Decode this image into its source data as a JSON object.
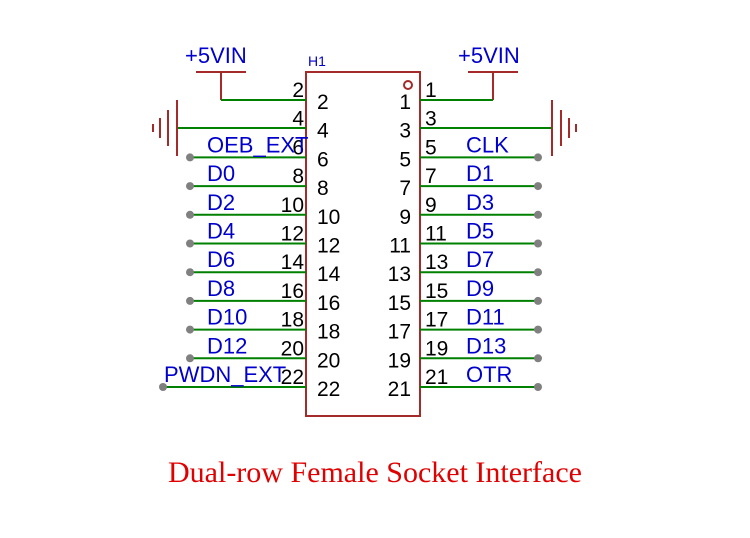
{
  "header": {
    "ref_designator": "H1",
    "power_left": "+5VIN",
    "power_right": "+5VIN"
  },
  "left_pins": [
    {
      "num": "2",
      "inner": "2",
      "net": ""
    },
    {
      "num": "4",
      "inner": "4",
      "net": ""
    },
    {
      "num": "6",
      "inner": "6",
      "net": "OEB_EXT"
    },
    {
      "num": "8",
      "inner": "8",
      "net": "D0"
    },
    {
      "num": "10",
      "inner": "10",
      "net": "D2"
    },
    {
      "num": "12",
      "inner": "12",
      "net": "D4"
    },
    {
      "num": "14",
      "inner": "14",
      "net": "D6"
    },
    {
      "num": "16",
      "inner": "16",
      "net": "D8"
    },
    {
      "num": "18",
      "inner": "18",
      "net": "D10"
    },
    {
      "num": "20",
      "inner": "20",
      "net": "D12"
    },
    {
      "num": "22",
      "inner": "22",
      "net": "PWDN_EXT"
    }
  ],
  "right_pins": [
    {
      "num": "1",
      "inner": "1",
      "net": ""
    },
    {
      "num": "3",
      "inner": "3",
      "net": ""
    },
    {
      "num": "5",
      "inner": "5",
      "net": "CLK"
    },
    {
      "num": "7",
      "inner": "7",
      "net": "D1"
    },
    {
      "num": "9",
      "inner": "9",
      "net": "D3"
    },
    {
      "num": "11",
      "inner": "11",
      "net": "D5"
    },
    {
      "num": "13",
      "inner": "13",
      "net": "D7"
    },
    {
      "num": "15",
      "inner": "15",
      "net": "D9"
    },
    {
      "num": "17",
      "inner": "17",
      "net": "D11"
    },
    {
      "num": "19",
      "inner": "19",
      "net": "D13"
    },
    {
      "num": "21",
      "inner": "21",
      "net": "OTR"
    }
  ],
  "net_labels": {
    "oeb": "OEB_EXT",
    "pwdn": "PWDN_EXT"
  },
  "caption": "Dual-row Female Socket Interface",
  "colors": {
    "body": "#a52a2a",
    "wire": "#008000",
    "net_text": "#0000cc",
    "pin_text": "#000000",
    "caption": "#e00000",
    "endpoint": "#808080"
  }
}
